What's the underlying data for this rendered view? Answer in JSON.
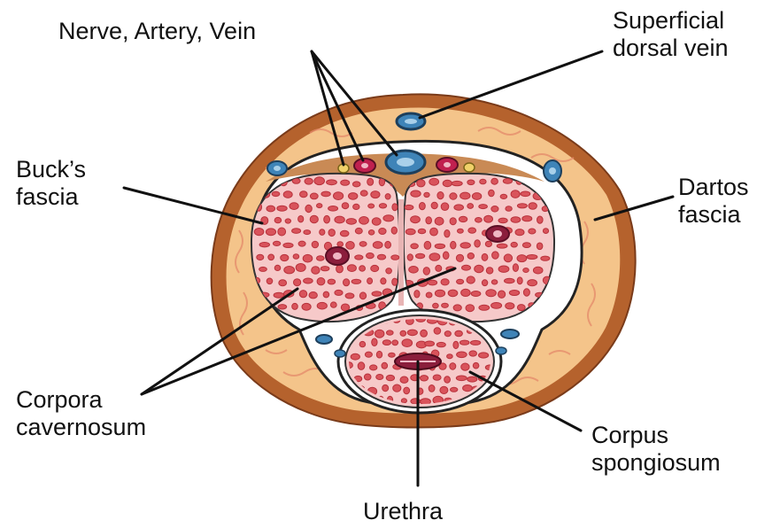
{
  "labels": {
    "nerve_artery_vein": "Nerve, Artery, Vein",
    "superficial_dorsal_vein": [
      "Superficial",
      "dorsal vein"
    ],
    "bucks_fascia": [
      "Buck’s",
      "fascia"
    ],
    "dartos_fascia": [
      "Dartos",
      "fascia"
    ],
    "corpora_cavernosum": [
      "Corpora",
      "cavernosum"
    ],
    "corpus_spongiosum": [
      "Corpus",
      "spongiosum"
    ],
    "urethra": "Urethra"
  },
  "colors": {
    "skin": "#b5622d",
    "dartos": "#f4c48a",
    "fascia": "#ffffff",
    "tunica": "#f6c9c9",
    "erectile_tissue": "#e8a3a8",
    "sinusoid": "#d9535b",
    "sinusoid_edge": "#b8323c",
    "vein": "#3f84b8",
    "artery": "#c0204f",
    "nerve": "#f0d16a",
    "leader_line": "#111111"
  }
}
